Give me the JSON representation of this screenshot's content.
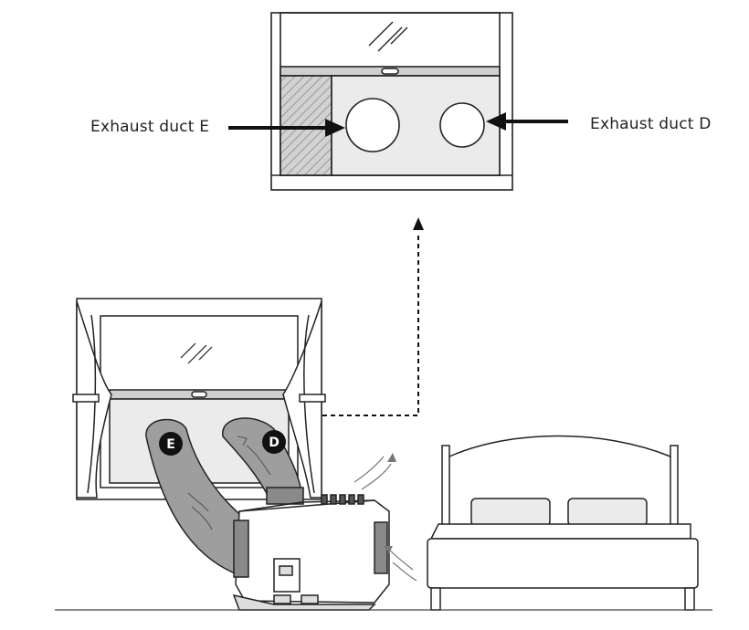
{
  "labels": {
    "exhaust_e": "Exhaust duct E",
    "exhaust_d": "Exhaust duct D"
  },
  "badges": {
    "e": "E",
    "d": "D"
  },
  "colors": {
    "line": "#222222",
    "panel_fill": "#ebebeb",
    "duct_fill": "#9e9e9e",
    "hatch_fill": "#bdbdbd",
    "window_bar": "#cfcfcf"
  }
}
